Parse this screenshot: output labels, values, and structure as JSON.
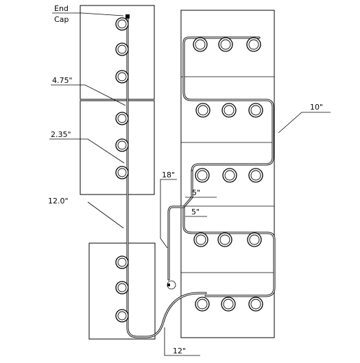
{
  "labels": {
    "end_cap_line1": "End",
    "end_cap_line2": "Cap",
    "emitter_spacing": "4.75\"",
    "emitter_offset": "2.35\"",
    "left_run": "12.0\"",
    "supply_run": "18\"",
    "row_spacing": "10\"",
    "lateral_a": "5\"",
    "lateral_b": "5\"",
    "bottom_run": "12\""
  }
}
